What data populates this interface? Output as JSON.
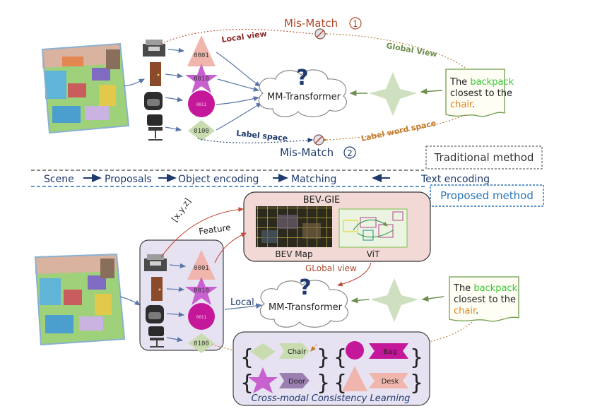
{
  "top": {
    "mismatch1": "Mis-Match",
    "mismatch1_num": "1",
    "mismatch2": "Mis-Match",
    "mismatch2_num": "2",
    "local_view": "Local view",
    "global_view": "Global View",
    "label_space": "Label space",
    "label_word_space": "Label word space",
    "transformer": "MM-Transformer",
    "question": "?",
    "text_parts": [
      "The ",
      "backpack",
      "closest to the",
      "chair",
      "."
    ],
    "codes": [
      "0001",
      "0010",
      "0011",
      "0100"
    ],
    "traditional": "Traditional method"
  },
  "pipeline": {
    "scene": "Scene",
    "proposals": "Proposals",
    "object_encoding": "Object encoding",
    "matching": "Matching",
    "text_encoding": "Text encoding"
  },
  "bottom": {
    "proposed": "Proposed method",
    "bev_gie": "BEV-GIE",
    "bev_map": "BEV Map",
    "vit": "ViT",
    "xyz": "[x,y,z]",
    "feature": "Feature",
    "global_view": "GLobal view",
    "local": "Local",
    "transformer": "MM-Transformer",
    "question": "?",
    "text_parts": [
      "The ",
      "backpack",
      "closest to the",
      "chair",
      "."
    ],
    "codes": [
      "0001",
      "0010",
      "0011",
      "0100"
    ],
    "cmcl": "Cross-modal Consistency Learning",
    "labels": {
      "chair": "Chair",
      "door": "Door",
      "bag": "Bag",
      "desk": "Desk"
    }
  },
  "colors": {
    "triangle": "#f0b6ad",
    "star": "#c860d0",
    "circle": "#c4179a",
    "diamond": "#c9dcb0",
    "backpack": "#35c935",
    "chair": "#e0821a",
    "mismatch": "#b2492c",
    "navy": "#1e3a6e",
    "blue": "#2a74b8"
  }
}
